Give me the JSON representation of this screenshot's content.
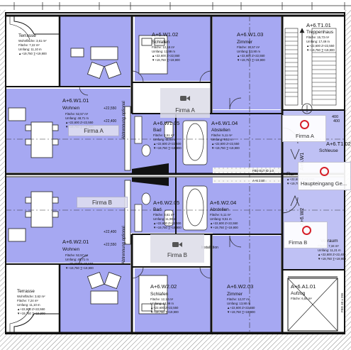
{
  "rooms": [
    {
      "key": "terrasse-top",
      "id": "",
      "name": "Terrasse",
      "lines": [
        "Wohnfläche: 3,61 m²",
        "Fläche: 7,22 m²",
        "Umfang: 11,10 m",
        "▲+19,750 ∑+19,900"
      ]
    },
    {
      "key": "w102",
      "id": "A+6.W1.02",
      "name": "Schlafen",
      "lines": [
        "Fläche: 12,18 m²",
        "Umfang: 13,99 m",
        "▲+22,600 Z+22,550",
        "▼+19,750 ∑+19,900"
      ]
    },
    {
      "key": "w103",
      "id": "A+6.W1.03",
      "name": "Zimmer",
      "lines": [
        "Fläche: 12,57 m²",
        "Umfang: 13,90 m",
        "▲+22,600 Z+22,550",
        "▼+19,750 ∑+19,900"
      ]
    },
    {
      "key": "t101",
      "id": "A+6.T1.01",
      "name": "Treppenhaus",
      "lines": [
        "Fläche: 15,73 m²",
        "Umfang: 17,49 m",
        "▲+22,600 Z+22,550",
        "▼+19,750 ∑+19,900"
      ]
    },
    {
      "key": "w101",
      "id": "A+6.W1.01",
      "name": "Wohnen",
      "lines": [
        "Fläche: 52,57 m²",
        "Umfang: 48,71 m",
        "▲+22,600 Z+22,550",
        "▼+19,750 ∑+19,900"
      ]
    },
    {
      "key": "w105",
      "id": "A+6.W1.05",
      "name": "Bad",
      "lines": [
        "Fläche: 4,51 m²",
        "Umfang: 11,90 m",
        "▲+22,600 Z+22,400",
        "▼+19,750 ∑+19,900"
      ]
    },
    {
      "key": "w104",
      "id": "A+6.W1.04",
      "name": "Abstellen",
      "lines": [
        "Fläche: 5,11 m²",
        "Umfang: 9,51 m",
        "▲+22,600 Z+22,550",
        "▼+19,750 ∑+19,900"
      ]
    },
    {
      "key": "t102",
      "id": "A+6.T1.02",
      "name": "Schleuse",
      "lines": []
    },
    {
      "key": "flur",
      "id": "",
      "name": "Flur",
      "lines": [
        "▲+22,600 Z+22,550",
        "▼+19,750 ∑+19,900"
      ]
    },
    {
      "key": "w205",
      "id": "A+6.W2.05",
      "name": "Bad",
      "lines": [
        "Fläche: 3,61 m²",
        "Umfang: 11,90 m",
        "▲+22,600 Z+22,400",
        "▼+19,750 ∑+19,900"
      ]
    },
    {
      "key": "w204",
      "id": "A+6.W2.04",
      "name": "Abstellen",
      "lines": [
        "Fläche: 5,11 m²",
        "Umfang: 9,51 m",
        "▲+22,600 Z+22,550",
        "▼+19,750 ∑+19,900"
      ]
    },
    {
      "key": "w201",
      "id": "A+6.W2.01",
      "name": "Wohnen",
      "lines": [
        "Fläche: 52,57 m²",
        "Umfang: 48,71 m",
        "▲+22,600 Z+22,550",
        "▼+19,750 ∑+19,900"
      ]
    },
    {
      "key": "vorraum",
      "id": "",
      "name": "Vorraum",
      "lines": [
        "Fläche: 7,34 m²",
        "Umfang: 11,21 m",
        "▲+22,600 Z+22,400",
        "▼+19,750 ∑+19,900"
      ]
    },
    {
      "key": "terrasse-bottom",
      "id": "",
      "name": "Terrasse",
      "lines": [
        "Wohnfläche: 3,62 m²",
        "Fläche: 7,24 m²",
        "Umfang: 11,10 m",
        "▲+22,600 Z+22,550",
        "▼+19,750 ∑+19,900"
      ]
    },
    {
      "key": "w202",
      "id": "A+6.W2.02",
      "name": "Schlafen",
      "lines": [
        "Fläche: 12,18 m²",
        "Umfang: 13,99 m",
        "▲+22,600 Z+22,550",
        "▼+19,750 ∑+19,900"
      ]
    },
    {
      "key": "w203",
      "id": "A+6.W2.03",
      "name": "Zimmer",
      "lines": [
        "Fläche: 12,07 m²",
        "Umfang: 13,90 m",
        "▲+22,600 Z+22,550",
        "▼+19,750 ∑+19,900"
      ]
    },
    {
      "key": "a101",
      "id": "A+6.A1.01",
      "name": "Aufzug",
      "lines": [
        "Fläche: 6,55 m²"
      ]
    }
  ],
  "annotations": {
    "abtrennung_top": "Abtrennung optional",
    "abtrennung_bottom": "Abtrennung optional",
    "level_top": "+22,550",
    "level_top2": "+22,400",
    "level_bottom": "+22,400",
    "level_bottom2": "+22,550",
    "fbd_label": "FBD ELT ID 1.0",
    "duct_top": "A+6 2.50",
    "shaft_label": "FBD 40 x 255",
    "station_label": "Installation",
    "vertical_bottom": "A+6.W2",
    "vertical_middle": "A+6.W1",
    "num_400_top": "400",
    "num_400_mid": "400"
  },
  "overlays": {
    "firma_a_label": "Firma A",
    "firma_b_label": "Firma B",
    "cam_top_label": "Firma A",
    "cam_bottom_label": "Firma B"
  },
  "markers": [
    {
      "key": "firma-a",
      "label": "Firma A"
    },
    {
      "key": "haupteingang",
      "label": "Haupteingang Ge..."
    },
    {
      "key": "firma-b",
      "label": "Firma B"
    }
  ],
  "colors": {
    "unit_fill": "#a6a8f2",
    "core_fill": "#bfc1f4",
    "wall": "#111111",
    "marker_ring": "#d6202a"
  }
}
